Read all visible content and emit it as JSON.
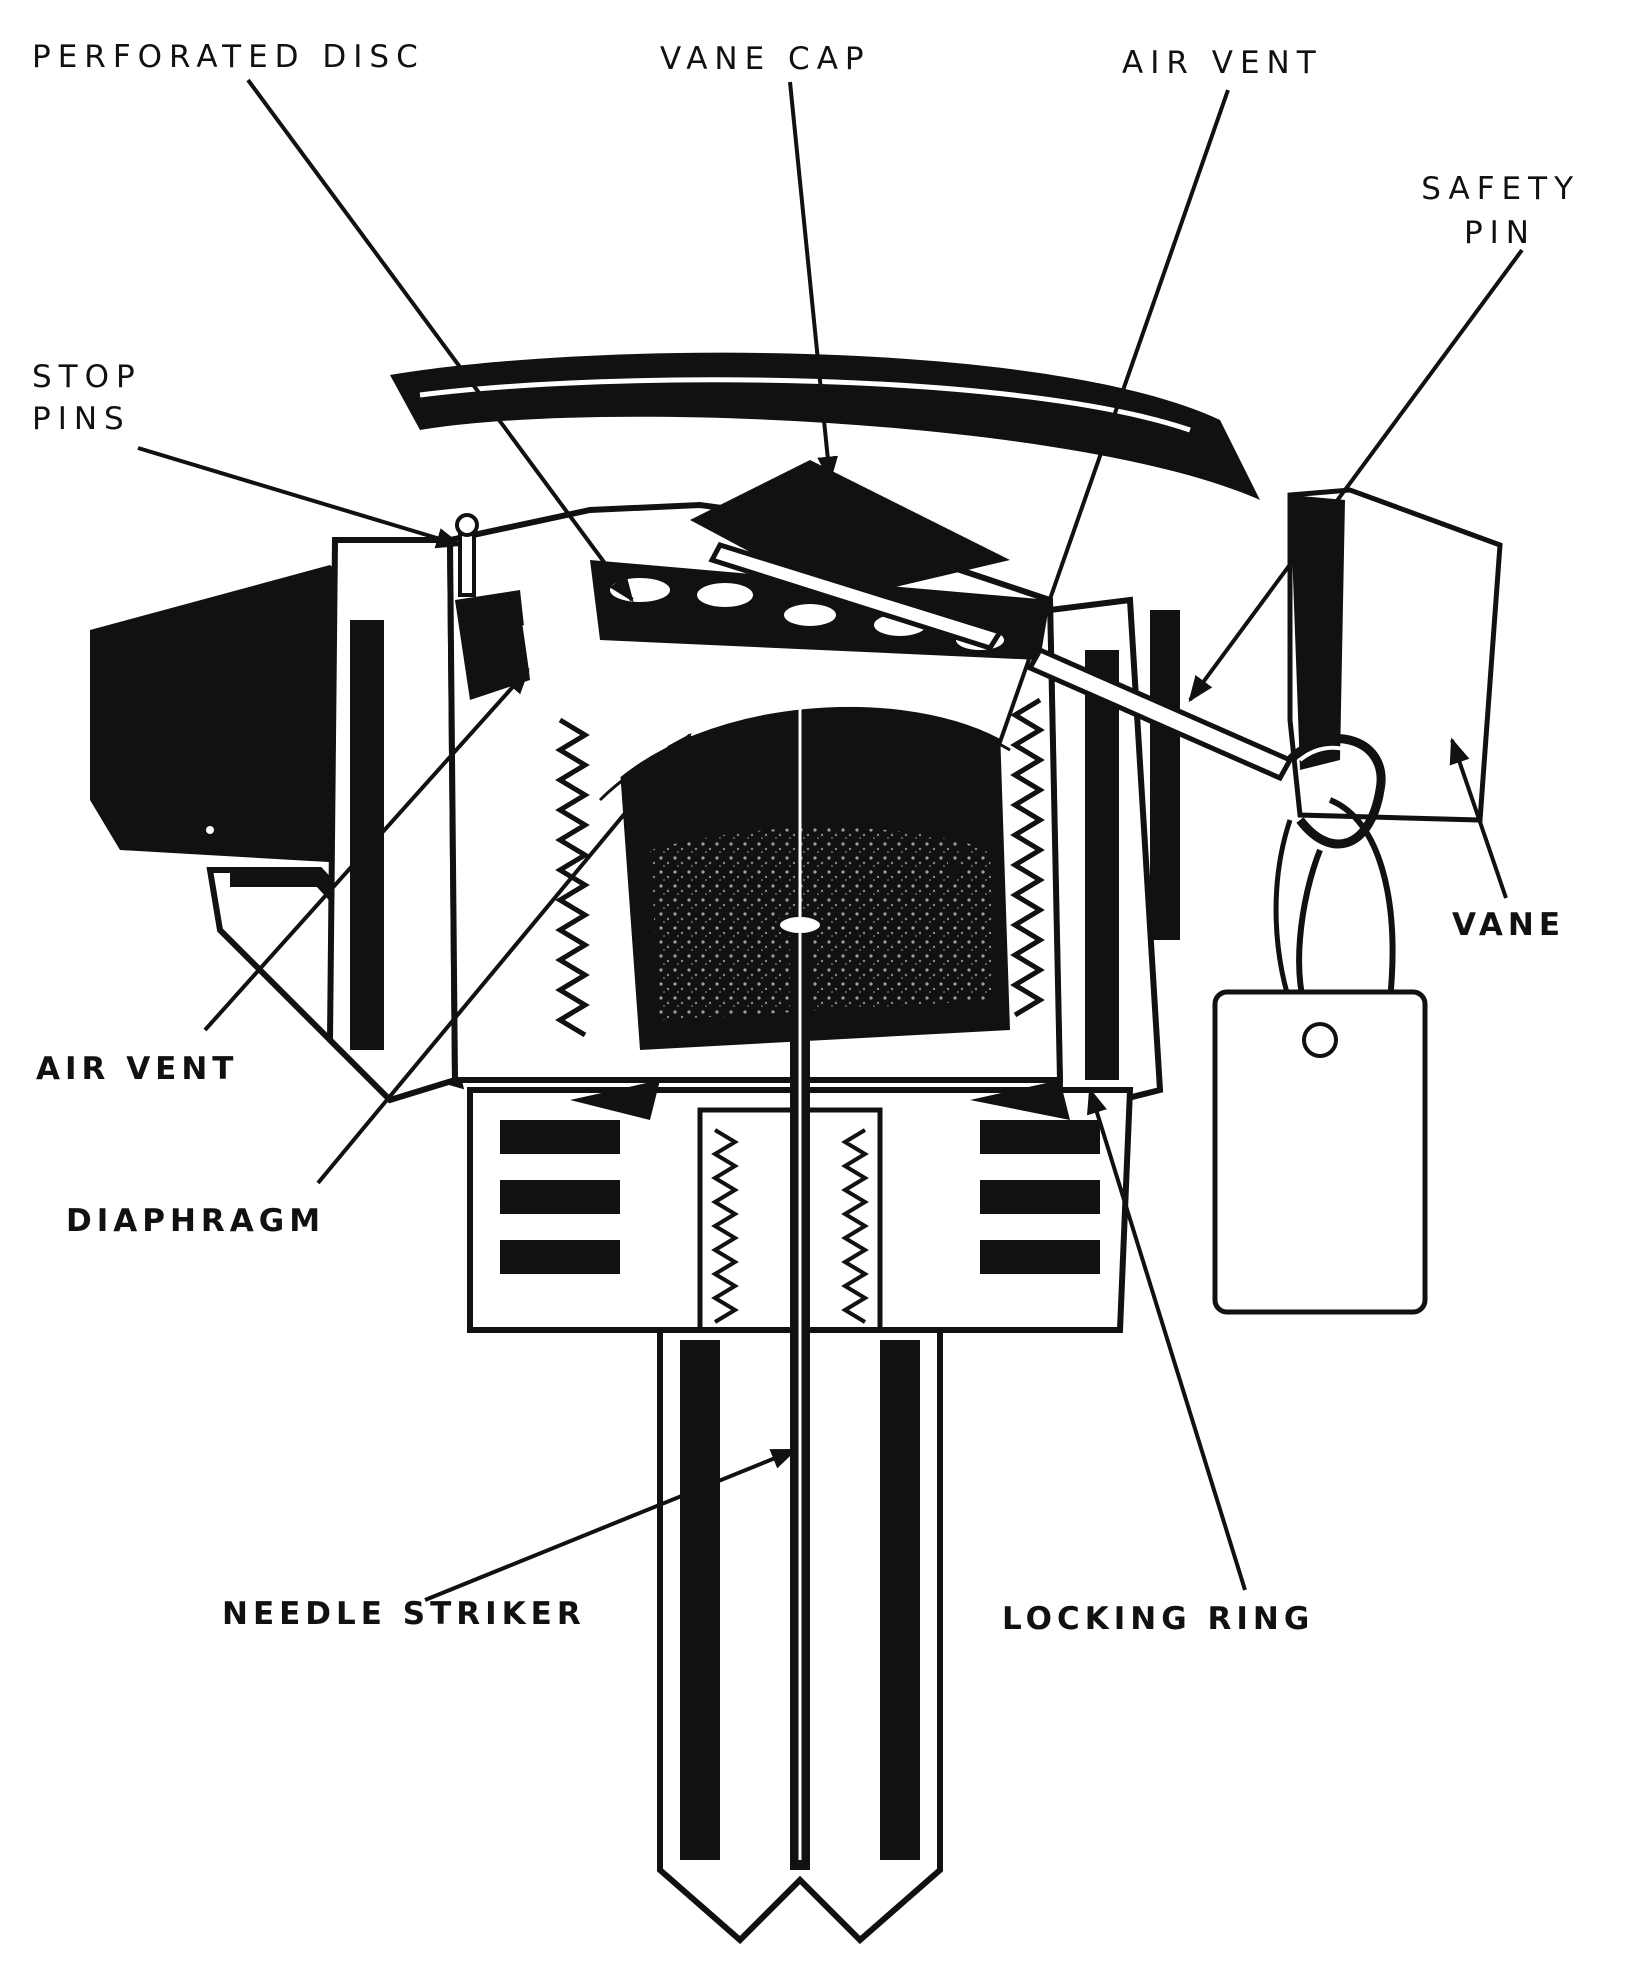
{
  "labels": {
    "perforated_disc": "PERFORATED DISC",
    "vane_cap": "VANE CAP",
    "air_vent_top": "AIR VENT",
    "safety_pin_line1": "SAFETY",
    "safety_pin_line2": "PIN",
    "stop_pins_line1": "STOP",
    "stop_pins_line2": "PINS",
    "vane": "VANE",
    "air_vent_left": "AIR VENT",
    "diaphragm": "DIAPHRAGM",
    "needle_striker": "NEEDLE STRIKER",
    "locking_ring": "LOCKING RING"
  },
  "colors": {
    "ink": "#111111",
    "paper": "#ffffff",
    "speckle": "#3a3a3a"
  }
}
